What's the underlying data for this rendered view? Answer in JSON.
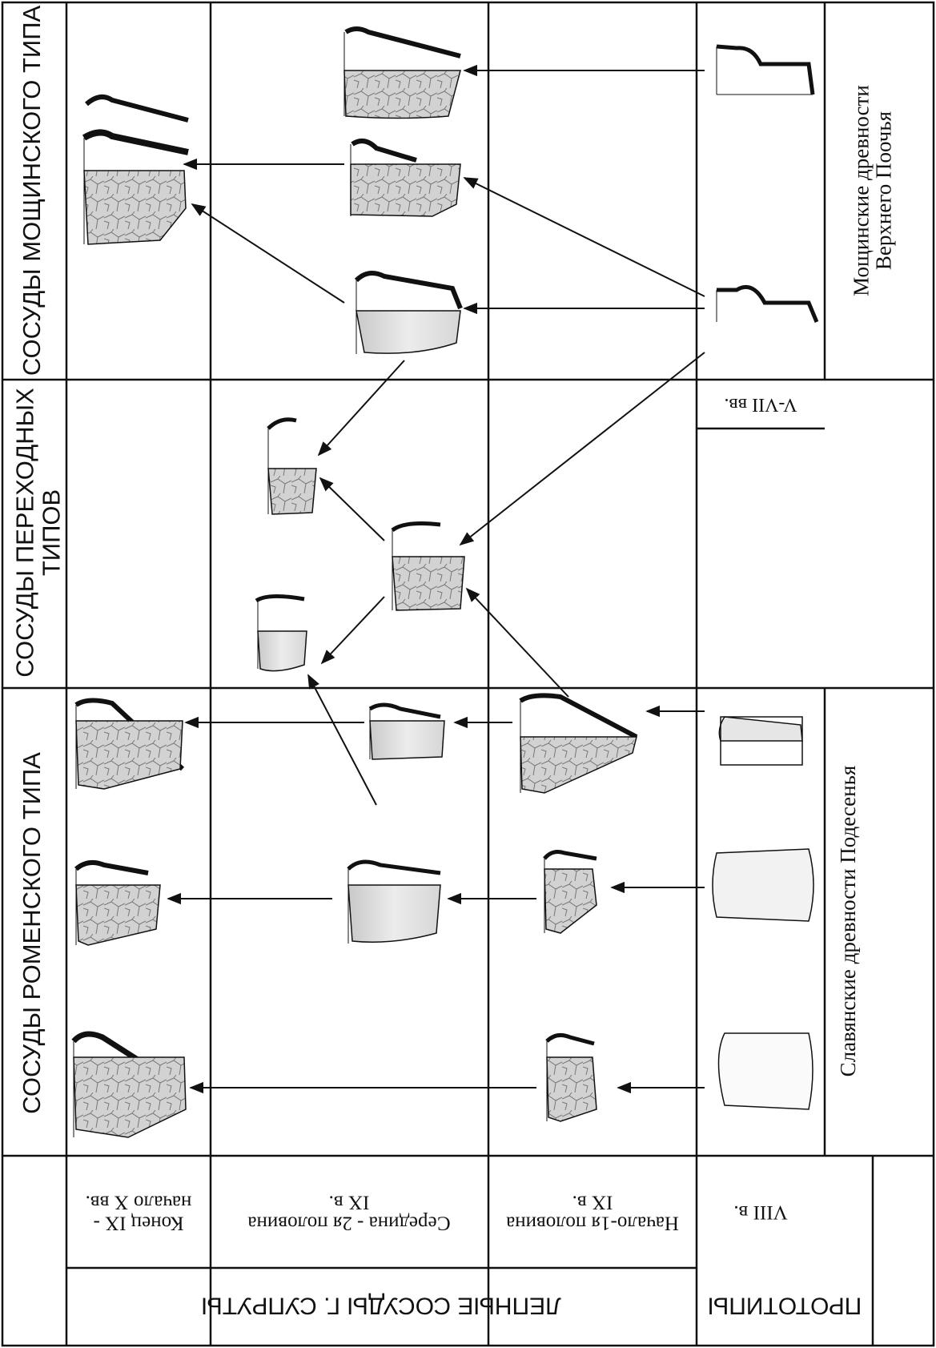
{
  "column_headers": {
    "romensky": "СОСУДЫ РОМЕНСКОГО ТИПА",
    "transitional_line1": "СОСУДЫ ПЕРЕХОДНЫХ",
    "transitional_line2": "ТИПОВ",
    "moshchinsky": "СОСУДЫ МОЩИНСКОГО ТИПА"
  },
  "row_group_labels": {
    "leplene": "ЛЕПНЫЕ СОСУДЫ Г. СУПРУТЫ",
    "prototypes": "ПРОТОТИПЫ"
  },
  "row_labels": {
    "row1_line1": "Конец IX -",
    "row1_line2": "начало X вв.",
    "row2_line1": "Середина - 2я половина",
    "row2_line2": "IX в.",
    "row3_line1": "Начало-1я половина",
    "row3_line2": "IX в.",
    "row4": "VIII в."
  },
  "prototype_labels": {
    "slavic": "Славянские древности Подесенья",
    "moshchin_line1": "Мощинские древности",
    "moshchin_line2": "Верхнего Поочья",
    "century_vvii": "V-VII вв."
  },
  "colors": {
    "line": "#111111",
    "fill_light": "#e4e4e4",
    "fill_mid": "#cfcfcf",
    "rim": "#111111"
  }
}
